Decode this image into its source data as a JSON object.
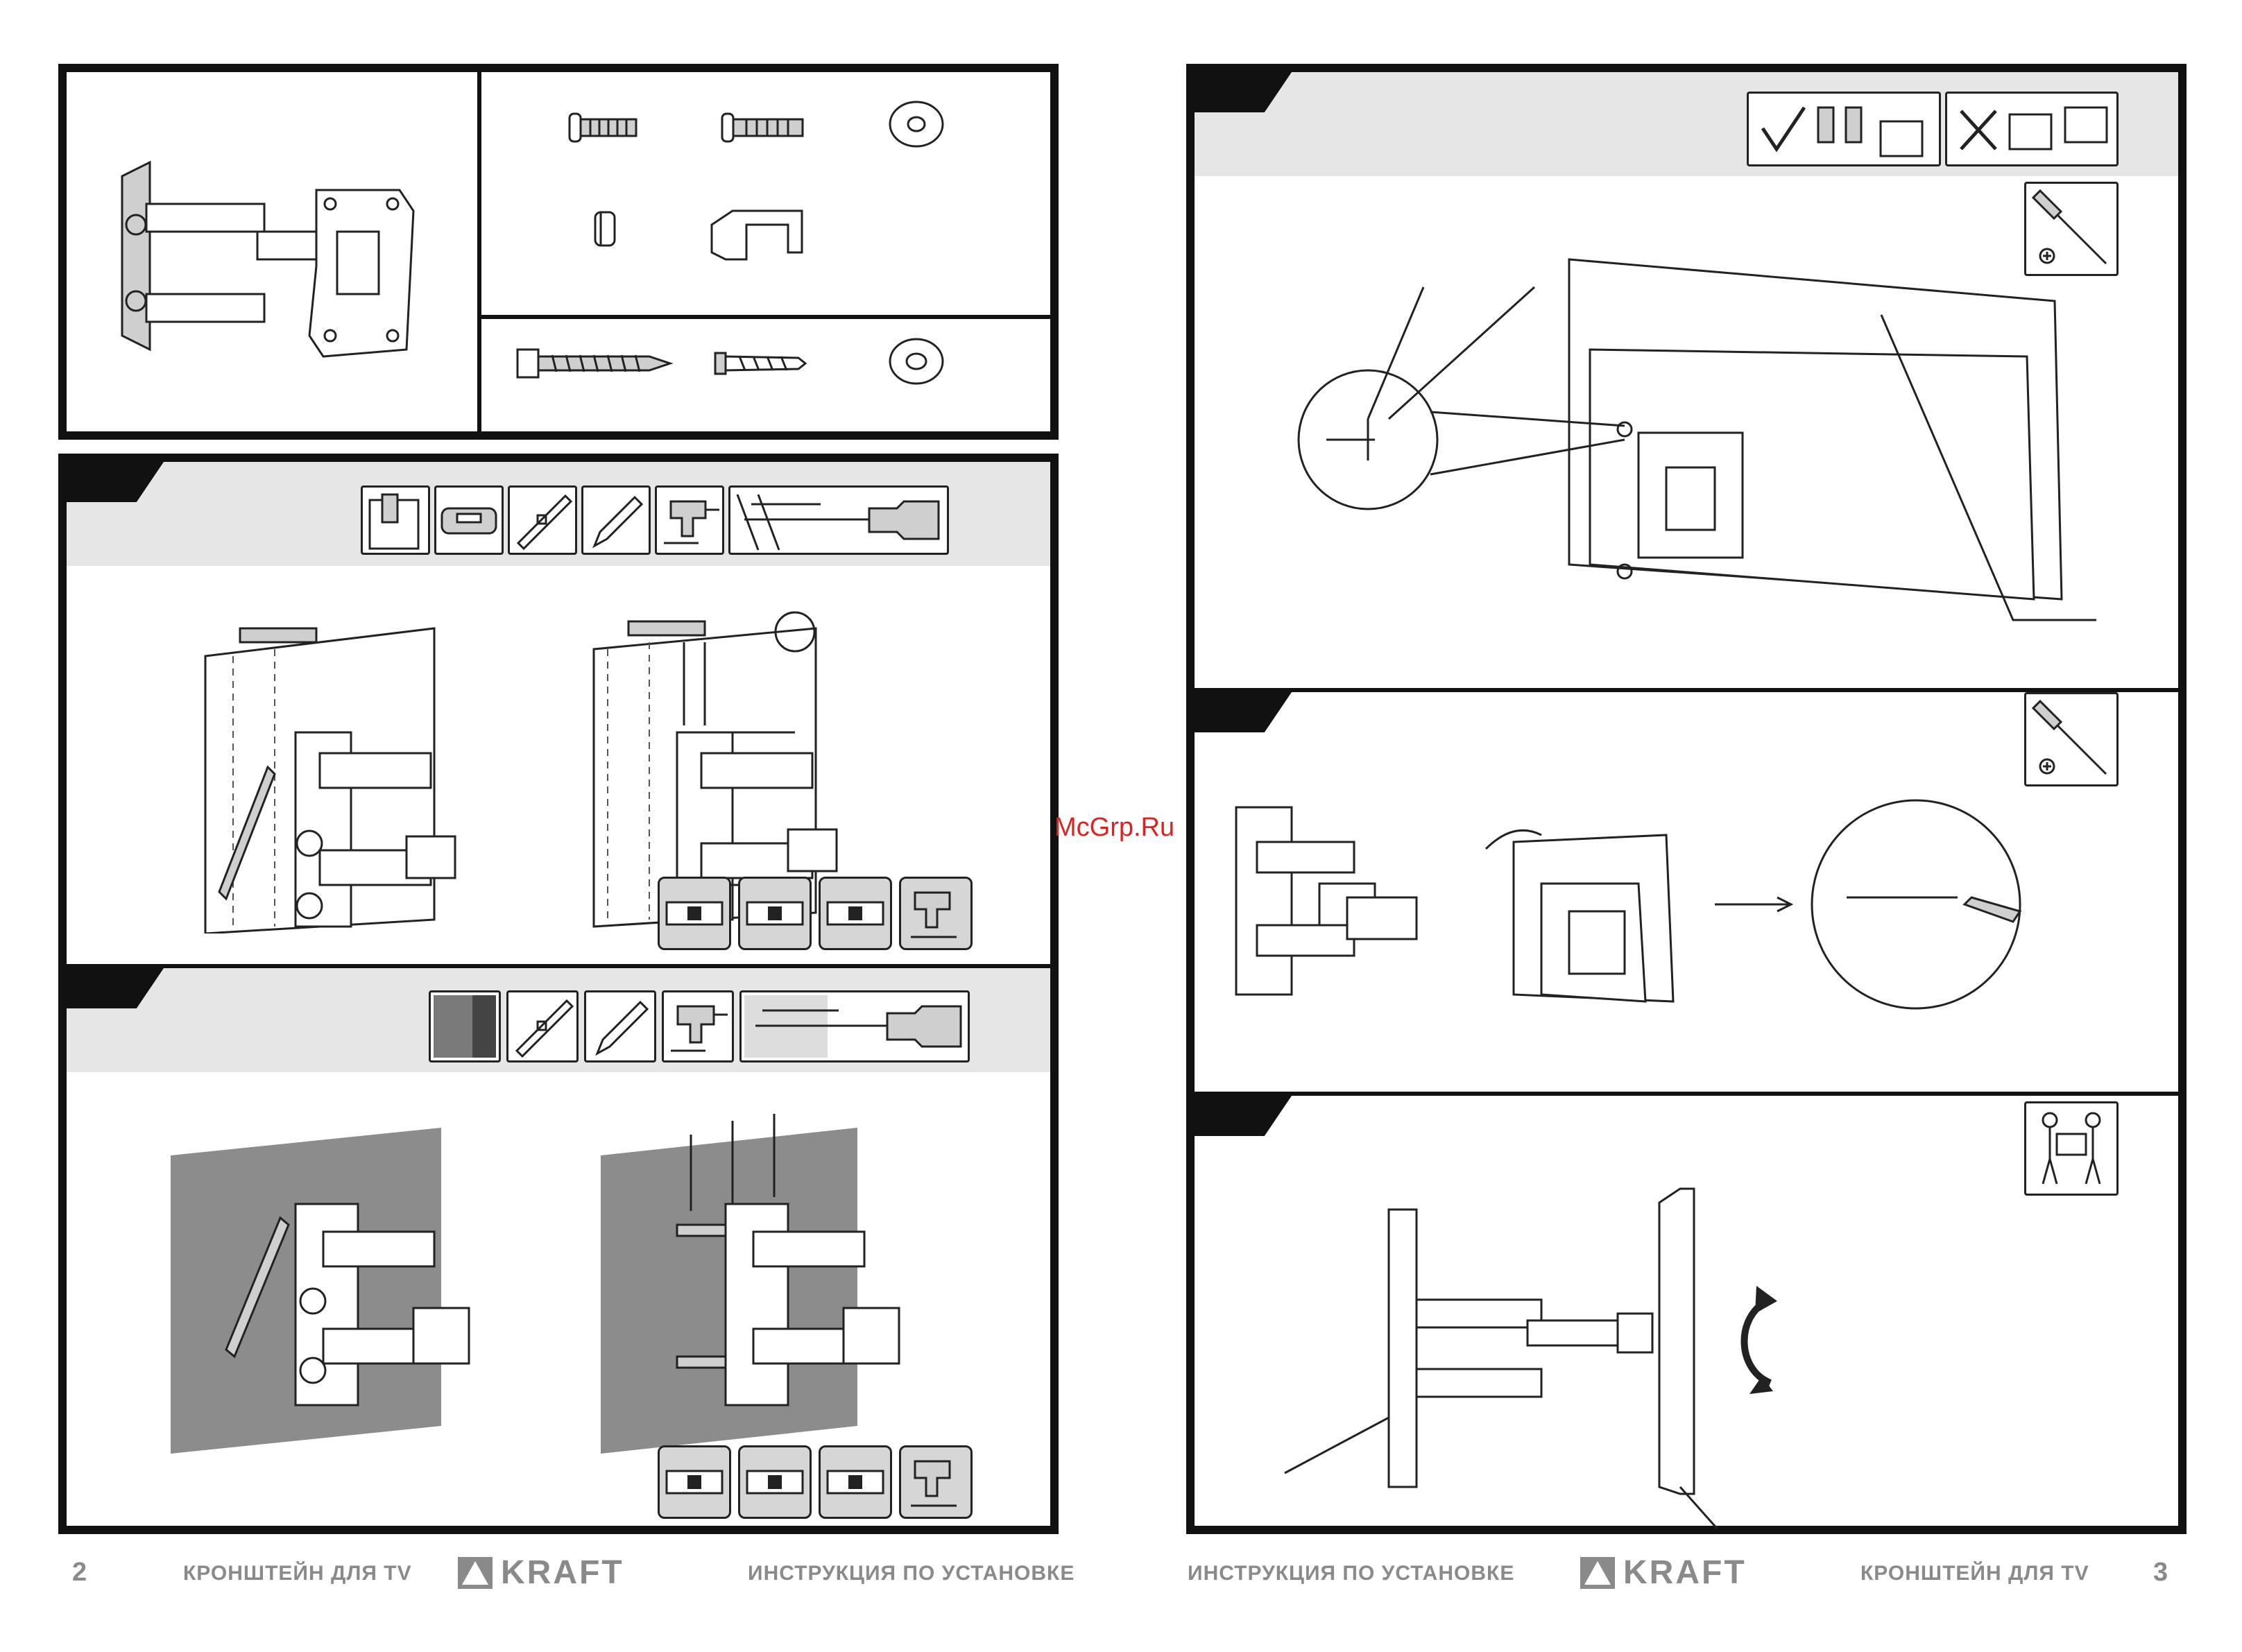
{
  "footer": {
    "left": {
      "page_number": "2",
      "title": "КРОНШТЕЙН ДЛЯ TV",
      "logo": "KRAFT",
      "subtitle": "ИНСТРУКЦИЯ ПО УСТАНОВКЕ"
    },
    "right": {
      "subtitle": "ИНСТРУКЦИЯ ПО УСТАНОВКЕ",
      "logo": "KRAFT",
      "title": "КРОНШТЕЙН ДЛЯ TV",
      "page_number": "3"
    }
  },
  "watermark": "McGrp.Ru",
  "icons": {
    "parts": [
      "bracket-assembly",
      "short-bolt",
      "long-bolt",
      "washer",
      "spacer",
      "safety-clip",
      "lag-screw",
      "wall-anchor",
      "large-washer"
    ],
    "wood_wall_tools": [
      "wood-wall",
      "stud-finder",
      "level",
      "pencil",
      "drill",
      "drill-bit-depth"
    ],
    "concrete_wall_tools": [
      "concrete-wall",
      "level",
      "pencil",
      "drill",
      "drill-bit-depth"
    ],
    "level_checks": [
      "level",
      "level",
      "level",
      "drill"
    ],
    "right_tools": [
      "screwdriver",
      "screwdriver",
      "two-person-lift"
    ],
    "compat": [
      "check-mark",
      "cross-mark"
    ]
  }
}
